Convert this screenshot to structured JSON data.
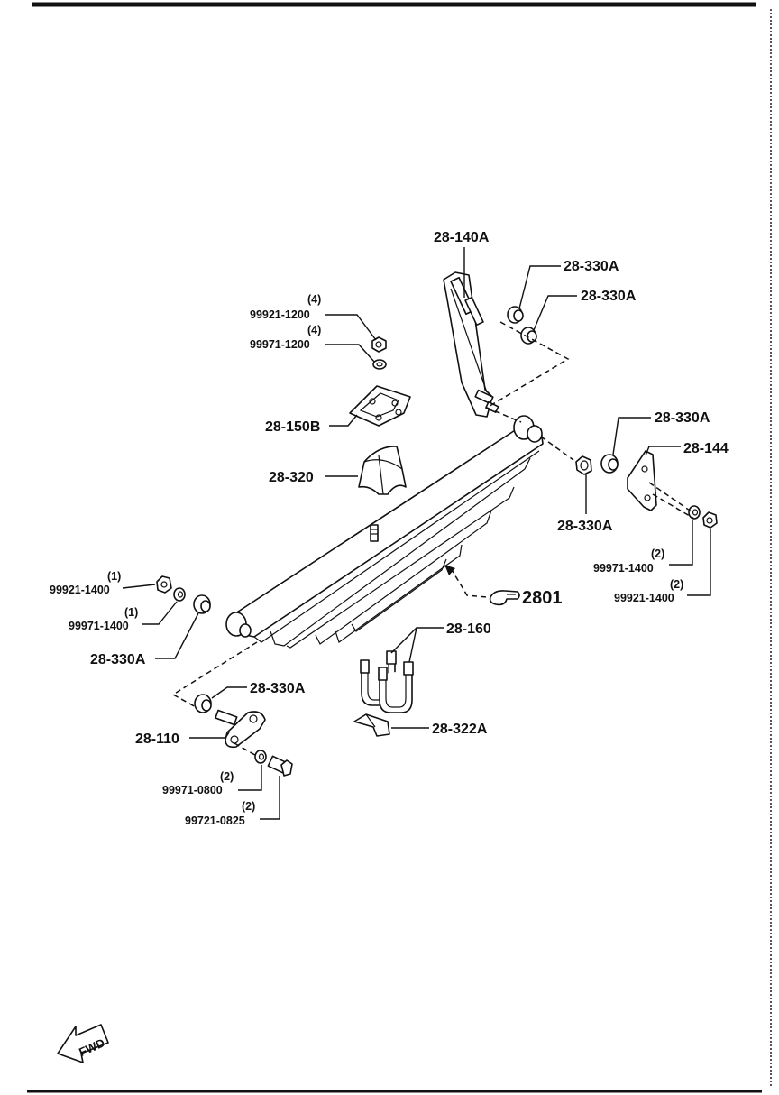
{
  "labels": {
    "l_28_140A": "28-140A",
    "l_28_330A_top1": "28-330A",
    "l_28_330A_top2": "28-330A",
    "l_99921_1200_qty": "(4)",
    "l_99921_1200": "99921-1200",
    "l_99971_1200_qty": "(4)",
    "l_99971_1200": "99971-1200",
    "l_28_150B": "28-150B",
    "l_28_320": "28-320",
    "l_28_330A_right1": "28-330A",
    "l_28_144": "28-144",
    "l_28_330A_right2": "28-330A",
    "l_99971_1400_r_qty": "(2)",
    "l_99971_1400_r": "99971-1400",
    "l_99921_1400_r_qty": "(2)",
    "l_99921_1400_r": "99921-1400",
    "l_ref_2801": "2801",
    "l_99921_1400_l_qty": "(1)",
    "l_99921_1400_l": "99921-1400",
    "l_99971_1400_l_qty": "(1)",
    "l_99971_1400_l": "99971-1400",
    "l_28_330A_left": "28-330A",
    "l_28_160": "28-160",
    "l_28_330A_bottom": "28-330A",
    "l_28_110": "28-110",
    "l_28_322A": "28-322A",
    "l_99971_0800_qty": "(2)",
    "l_99971_0800": "99971-0800",
    "l_99721_0825_qty": "(2)",
    "l_99721_0825": "99721-0825",
    "fwd": "FWD"
  },
  "colors": {
    "ink": "#111111",
    "paper": "#ffffff"
  }
}
